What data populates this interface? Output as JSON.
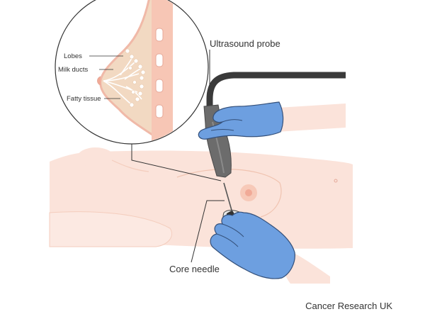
{
  "labels": {
    "lobes": "Lobes",
    "milk_ducts": "Milk ducts",
    "fatty_tissue": "Fatty tissue",
    "ultrasound_probe": "Ultrasound probe",
    "core_needle": "Core needle"
  },
  "credit": "Cancer Research UK",
  "colors": {
    "skin": "#fbe3da",
    "skin_shadow": "#f4cdbd",
    "glove": "#6d9fe0",
    "glove_outline": "#34507a",
    "probe": "#6c6c6c",
    "cable": "#3a3a3a",
    "tissue": "#f2d9c2",
    "line": "#333333"
  }
}
